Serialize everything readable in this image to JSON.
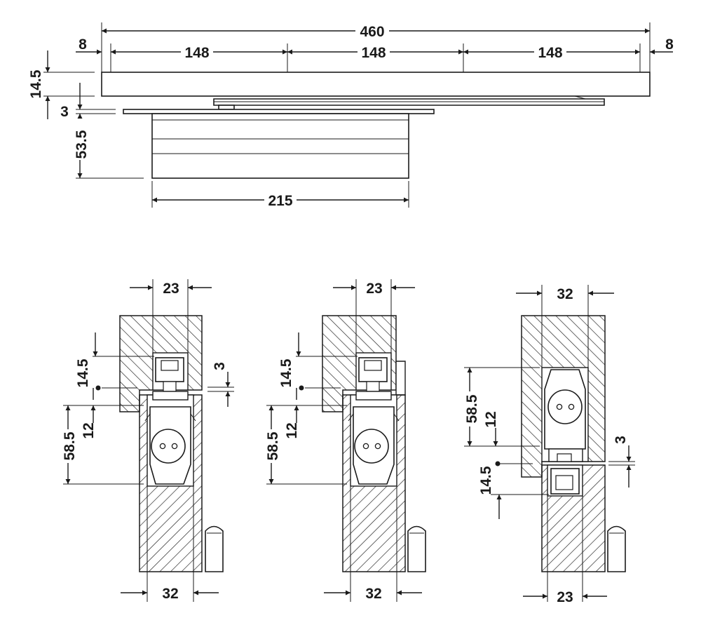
{
  "colors": {
    "line": "#1a1a1a",
    "background": "#ffffff"
  },
  "top_view": {
    "overall_width": "460",
    "segment_1": "148",
    "segment_2": "148",
    "segment_3": "148",
    "left_offset": "8",
    "right_offset": "8",
    "rail_height": "14.5",
    "gap": "3",
    "body_height": "53.5",
    "body_width": "215"
  },
  "section_1": {
    "top_width": "23",
    "rail_depth": "14.5",
    "gap": "3",
    "body_depth": "58.5",
    "offset": "12",
    "bottom_width": "32"
  },
  "section_2": {
    "top_width": "23",
    "rail_depth": "14.5",
    "body_depth": "58.5",
    "offset": "12",
    "bottom_width": "32"
  },
  "section_3": {
    "top_width": "32",
    "body_depth": "58.5",
    "offset": "12",
    "gap": "3",
    "rail_depth": "14.5",
    "bottom_width": "23"
  }
}
